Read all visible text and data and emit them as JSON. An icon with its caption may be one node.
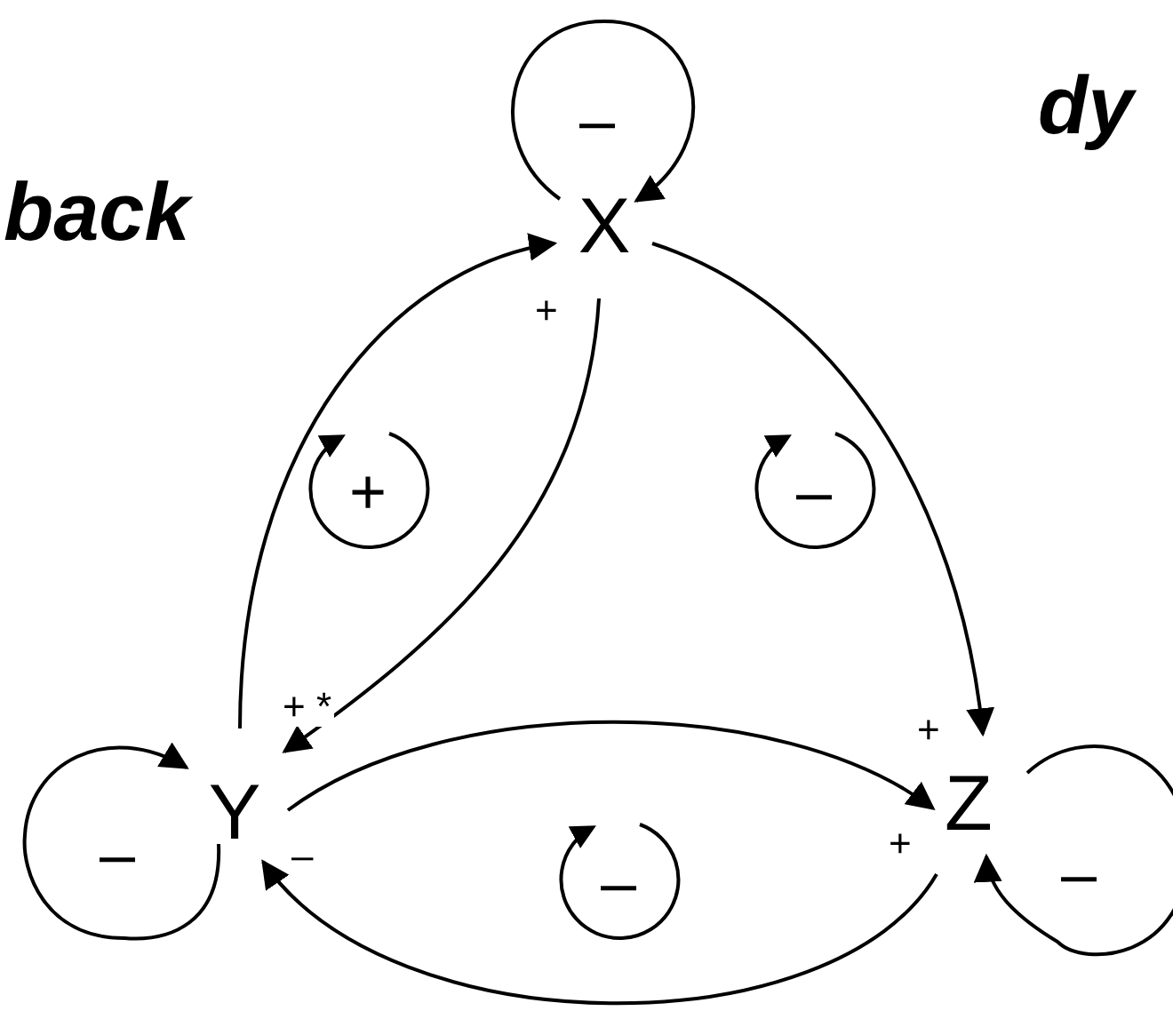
{
  "diagram": {
    "nodes": [
      {
        "text": [
          "X"
        ]
      },
      {
        "text": [
          "Y"
        ]
      },
      {
        "text": [
          "Z"
        ]
      }
    ],
    "edges": [
      {
        "from": 0,
        "to": 0,
        "arrow": "to",
        "label": "–"
      },
      {
        "from": 1,
        "to": 0,
        "arrow": "to",
        "label": "+"
      },
      {
        "from": 0,
        "to": 1,
        "arrow": "to",
        "label": "+ *"
      },
      {
        "from": 0,
        "to": 2,
        "arrow": "to",
        "label": "+"
      },
      {
        "from": 1,
        "to": 1,
        "arrow": "to",
        "label": "–"
      },
      {
        "from": 1,
        "to": 2,
        "arrow": "to",
        "label": "+"
      },
      {
        "from": 2,
        "to": 1,
        "arrow": "to",
        "label": "–"
      },
      {
        "from": 2,
        "to": 2,
        "arrow": "to",
        "label": "–"
      }
    ],
    "labels": [
      "dy",
      "back",
      "+",
      "–",
      "–"
    ]
  }
}
